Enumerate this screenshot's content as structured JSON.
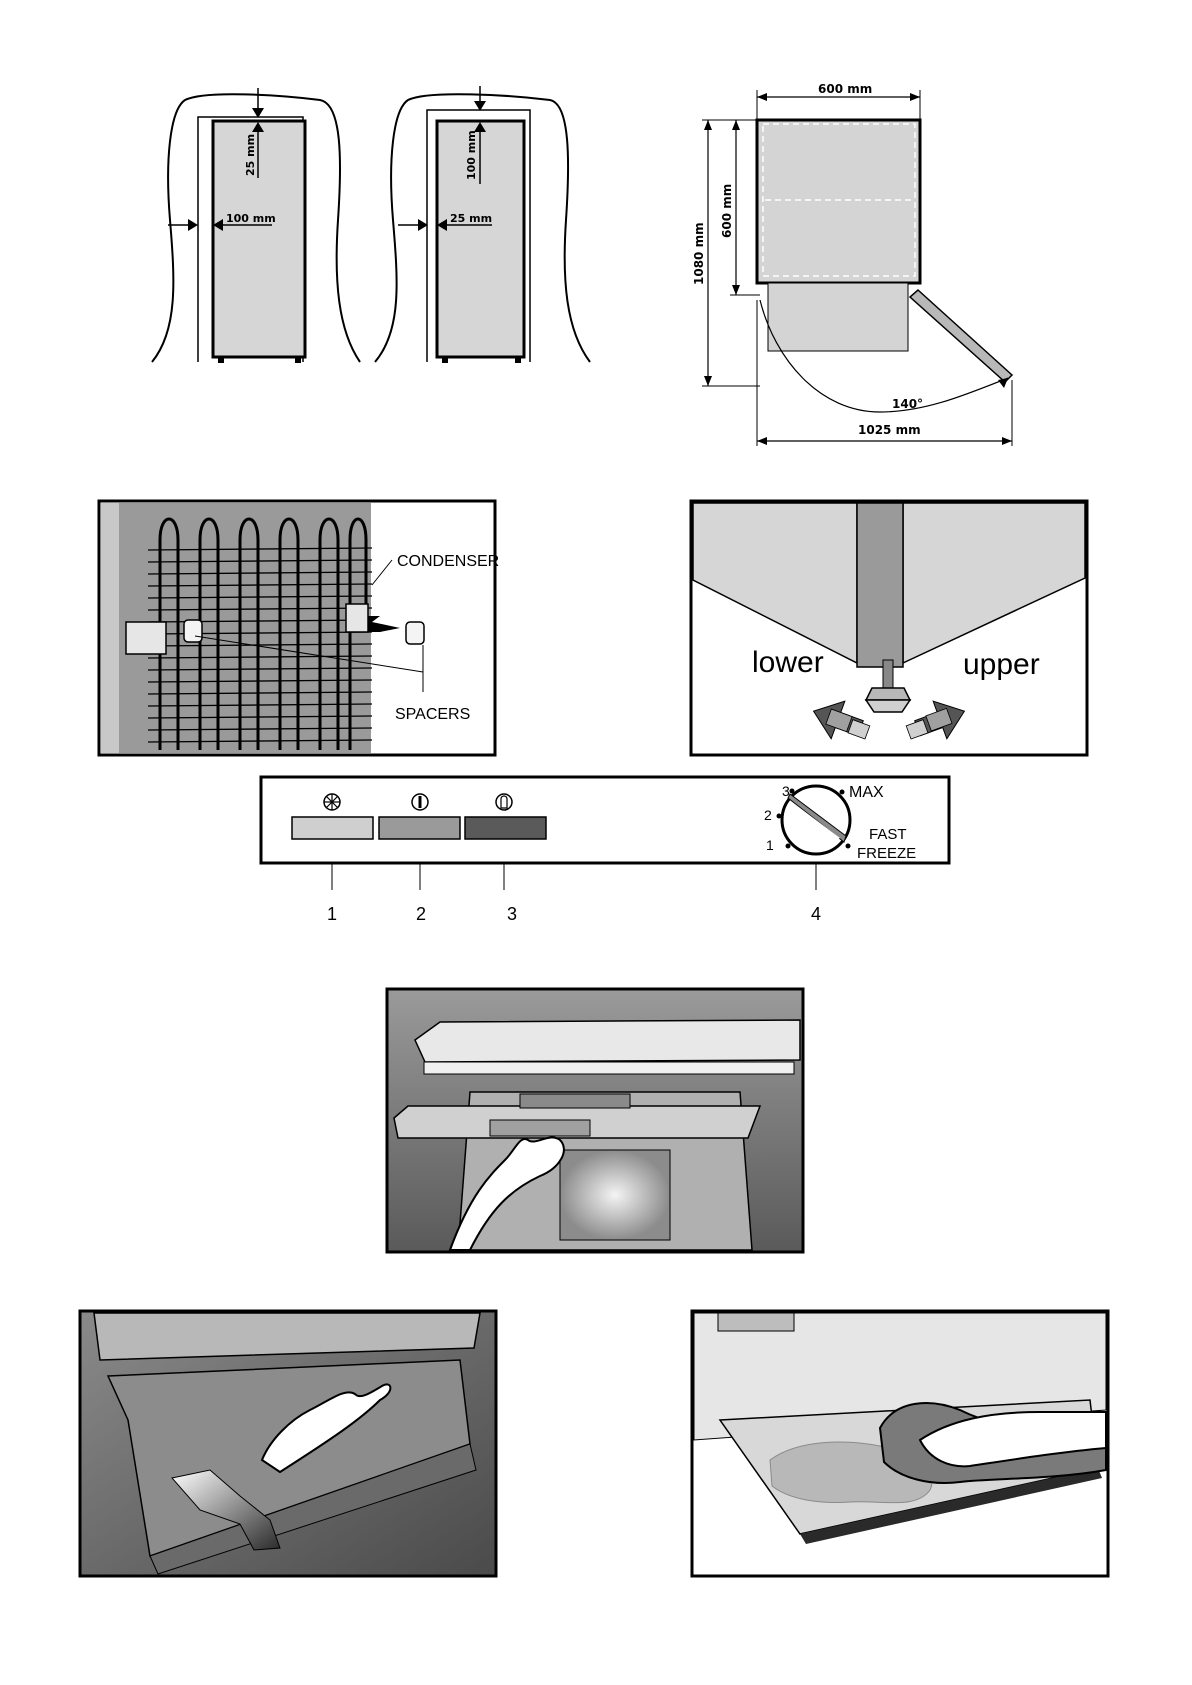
{
  "fig_clearance": {
    "left_top_gap": "25 mm",
    "left_side_gap": "100 mm",
    "right_top_gap": "100 mm",
    "right_side_gap": "25 mm"
  },
  "fig_dimensions": {
    "width": "600 mm",
    "depth": "600 mm",
    "total_depth_open": "1080 mm",
    "angle": "140°",
    "total_width_open": "1025 mm"
  },
  "fig_spacers": {
    "condenser": "CONDENSER",
    "spacers": "SPACERS"
  },
  "fig_feet": {
    "lower": "lower",
    "upper": "upper"
  },
  "fig_panel": {
    "knob_marks": [
      "1",
      "2",
      "3",
      "MAX"
    ],
    "fast": "FAST",
    "freeze": "FREEZE",
    "callouts": [
      "1",
      "2",
      "3",
      "4"
    ]
  }
}
